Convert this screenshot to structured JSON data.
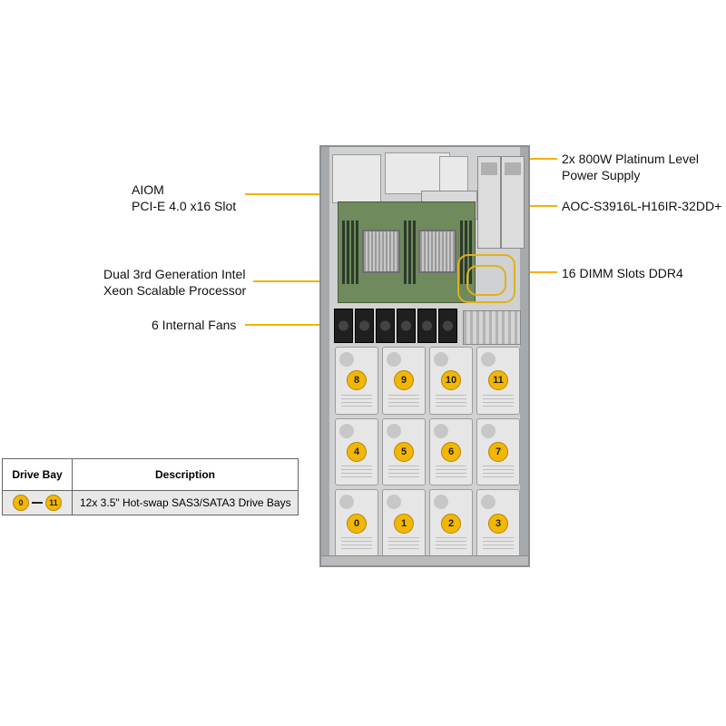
{
  "callouts": {
    "aiom": {
      "line1": "AIOM",
      "line2": "PCI-E  4.0 x16 Slot"
    },
    "cpu": {
      "line1": "Dual 3rd Generation Intel",
      "line2": "Xeon Scalable Processor"
    },
    "fans": {
      "line1": "6 Internal  Fans"
    },
    "psu": {
      "line1": "2x 800W Platinum  Level",
      "line2": "Power Supply"
    },
    "aoc": {
      "line1": "AOC-S3916L-H16IR-32DD+"
    },
    "dimm": {
      "line1": "16 DIMM Slots DDR4"
    }
  },
  "drive_bays": {
    "rows": [
      [
        "8",
        "9",
        "10",
        "11"
      ],
      [
        "4",
        "5",
        "6",
        "7"
      ],
      [
        "0",
        "1",
        "2",
        "3"
      ]
    ]
  },
  "table": {
    "headers": {
      "bay": "Drive Bay",
      "description": "Description"
    },
    "row": {
      "range_start": "0",
      "range_end": "11",
      "description": "12x 3.5\" Hot-swap  SAS3/SATA3 Drive  Bays"
    }
  },
  "colors": {
    "accent": "#f0b400",
    "badge": "#f2b705"
  }
}
